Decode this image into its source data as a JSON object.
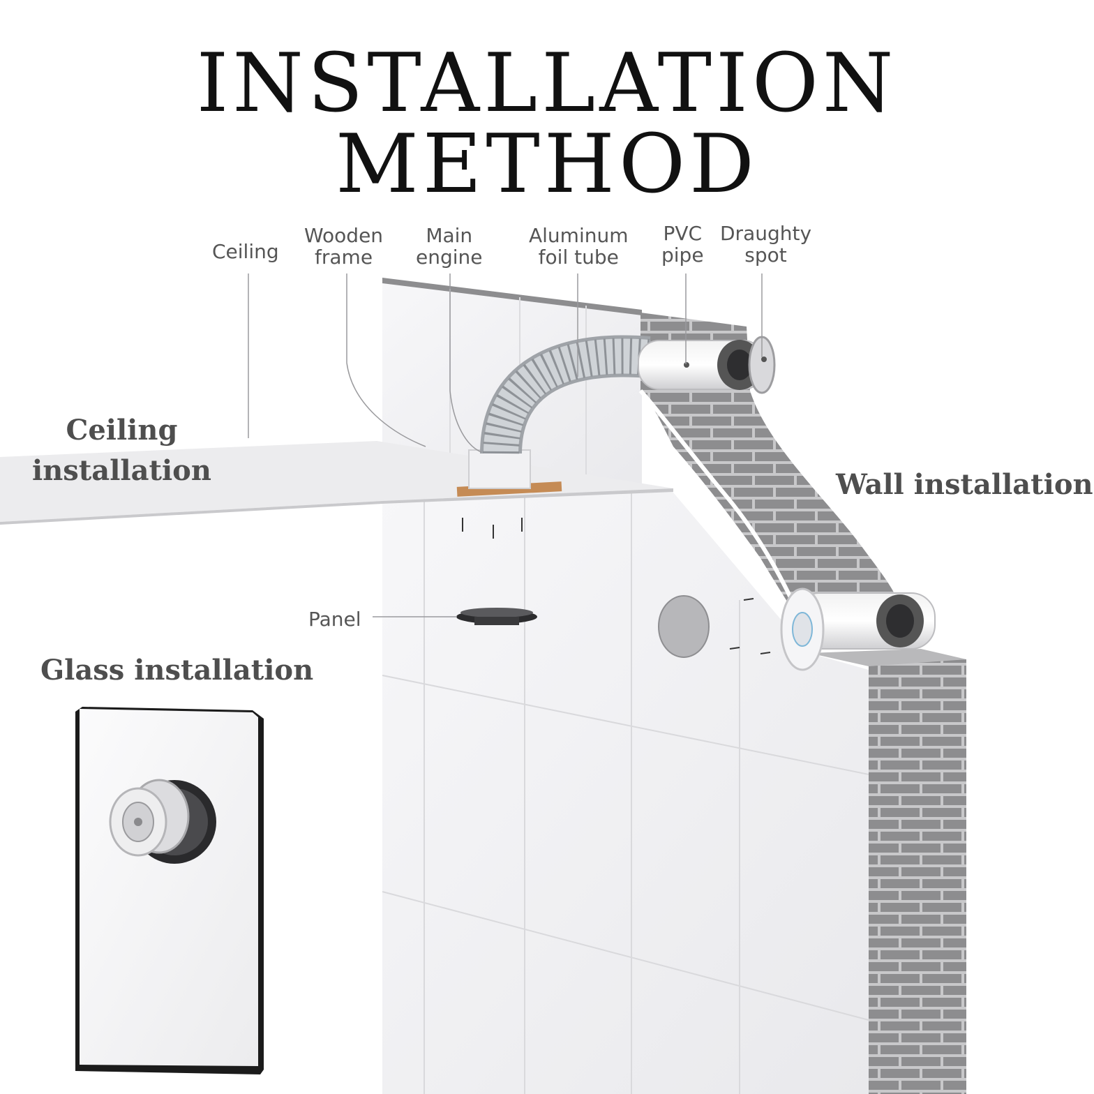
{
  "title": "INSTALLATION METHOD",
  "labels": {
    "ceiling": "Ceiling",
    "wooden_frame": [
      "Wooden",
      "frame"
    ],
    "main_engine": [
      "Main",
      "engine"
    ],
    "foil_tube": [
      "Aluminum",
      "foil tube"
    ],
    "pvc_pipe": [
      "PVC",
      "pipe"
    ],
    "draught_spot": [
      "Draughty",
      "spot"
    ],
    "panel": "Panel"
  },
  "sections": {
    "ceiling_install": [
      "Ceiling",
      "installation"
    ],
    "wall_install": "Wall installation",
    "glass_install": "Glass installation"
  },
  "colors": {
    "brick": "#8d8d8f",
    "mortar": "#c8c8ca",
    "tile": "#f4f4f6",
    "tile_line": "#d9d9dc",
    "wood": "#c58b55",
    "foil": "#bfc3c7",
    "label_text": "#555555",
    "section_text": "#4e4e4e"
  }
}
